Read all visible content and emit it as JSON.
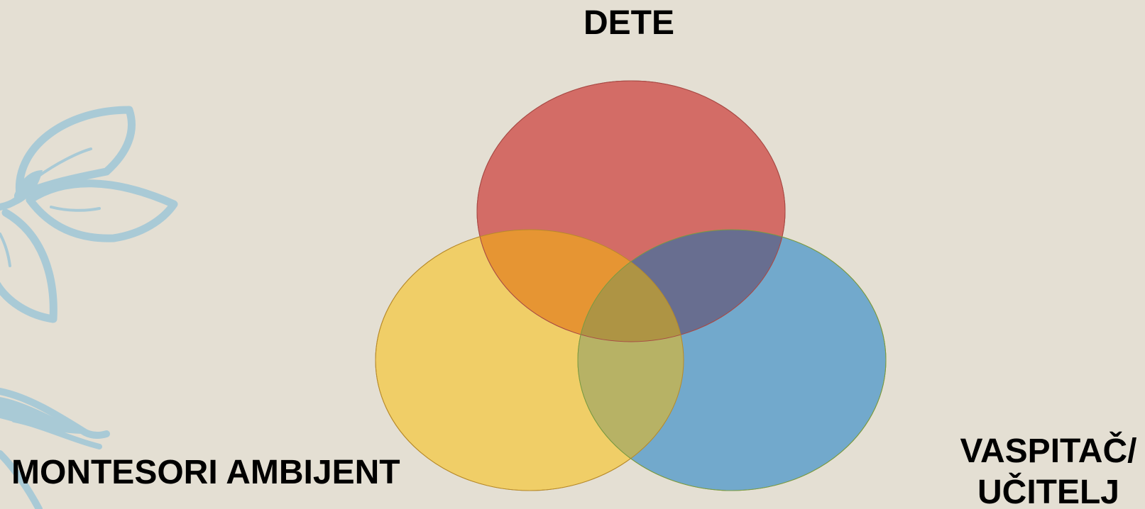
{
  "colors": {
    "background": "#e4dfd3",
    "circle_top": "#d36c66",
    "circle_left": "#f0ce67",
    "circle_right": "#72a9cc",
    "overlap_top_left": "#e69533",
    "overlap_top_right": "#686e90",
    "overlap_left_right": "#b7b265",
    "overlap_center": "#ae9444",
    "leaf_decoration": "#a9cad6"
  },
  "diagram": {
    "type": "venn",
    "labels": {
      "top": "DETE",
      "left": "MONTESORI AMBIJENT",
      "right_line1": "VASPITAČ/",
      "right_line2": "UČITELJ"
    }
  },
  "icons": {
    "decoration": "leaf-branch-icon"
  }
}
